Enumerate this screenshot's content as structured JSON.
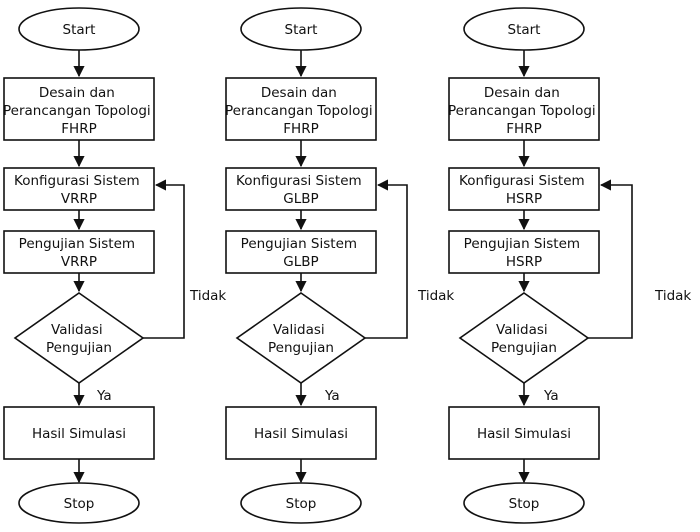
{
  "flowcharts": [
    {
      "start": "Start",
      "design": [
        "Desain dan",
        "Perancangan Topologi",
        "FHRP"
      ],
      "config": [
        "Konfigurasi Sistem",
        "VRRP"
      ],
      "test": [
        "Pengujian Sistem",
        "VRRP"
      ],
      "decision": [
        "Validasi",
        "Pengujian"
      ],
      "result": "Hasil Simulasi",
      "stop": "Stop",
      "yes_label": "Ya",
      "no_label": "Tidak"
    },
    {
      "start": "Start",
      "design": [
        "Desain dan",
        "Perancangan Topologi",
        "FHRP"
      ],
      "config": [
        "Konfigurasi Sistem",
        "GLBP"
      ],
      "test": [
        "Pengujian Sistem",
        "GLBP"
      ],
      "decision": [
        "Validasi",
        "Pengujian"
      ],
      "result": "Hasil Simulasi",
      "stop": "Stop",
      "yes_label": "Ya",
      "no_label": "Tidak"
    },
    {
      "start": "Start",
      "design": [
        "Desain dan",
        "Perancangan Topologi",
        "FHRP"
      ],
      "config": [
        "Konfigurasi Sistem",
        "HSRP"
      ],
      "test": [
        "Pengujian Sistem",
        "HSRP"
      ],
      "decision": [
        "Validasi",
        "Pengujian"
      ],
      "result": "Hasil Simulasi",
      "stop": "Stop",
      "yes_label": "Ya",
      "no_label": "Tidak"
    }
  ]
}
